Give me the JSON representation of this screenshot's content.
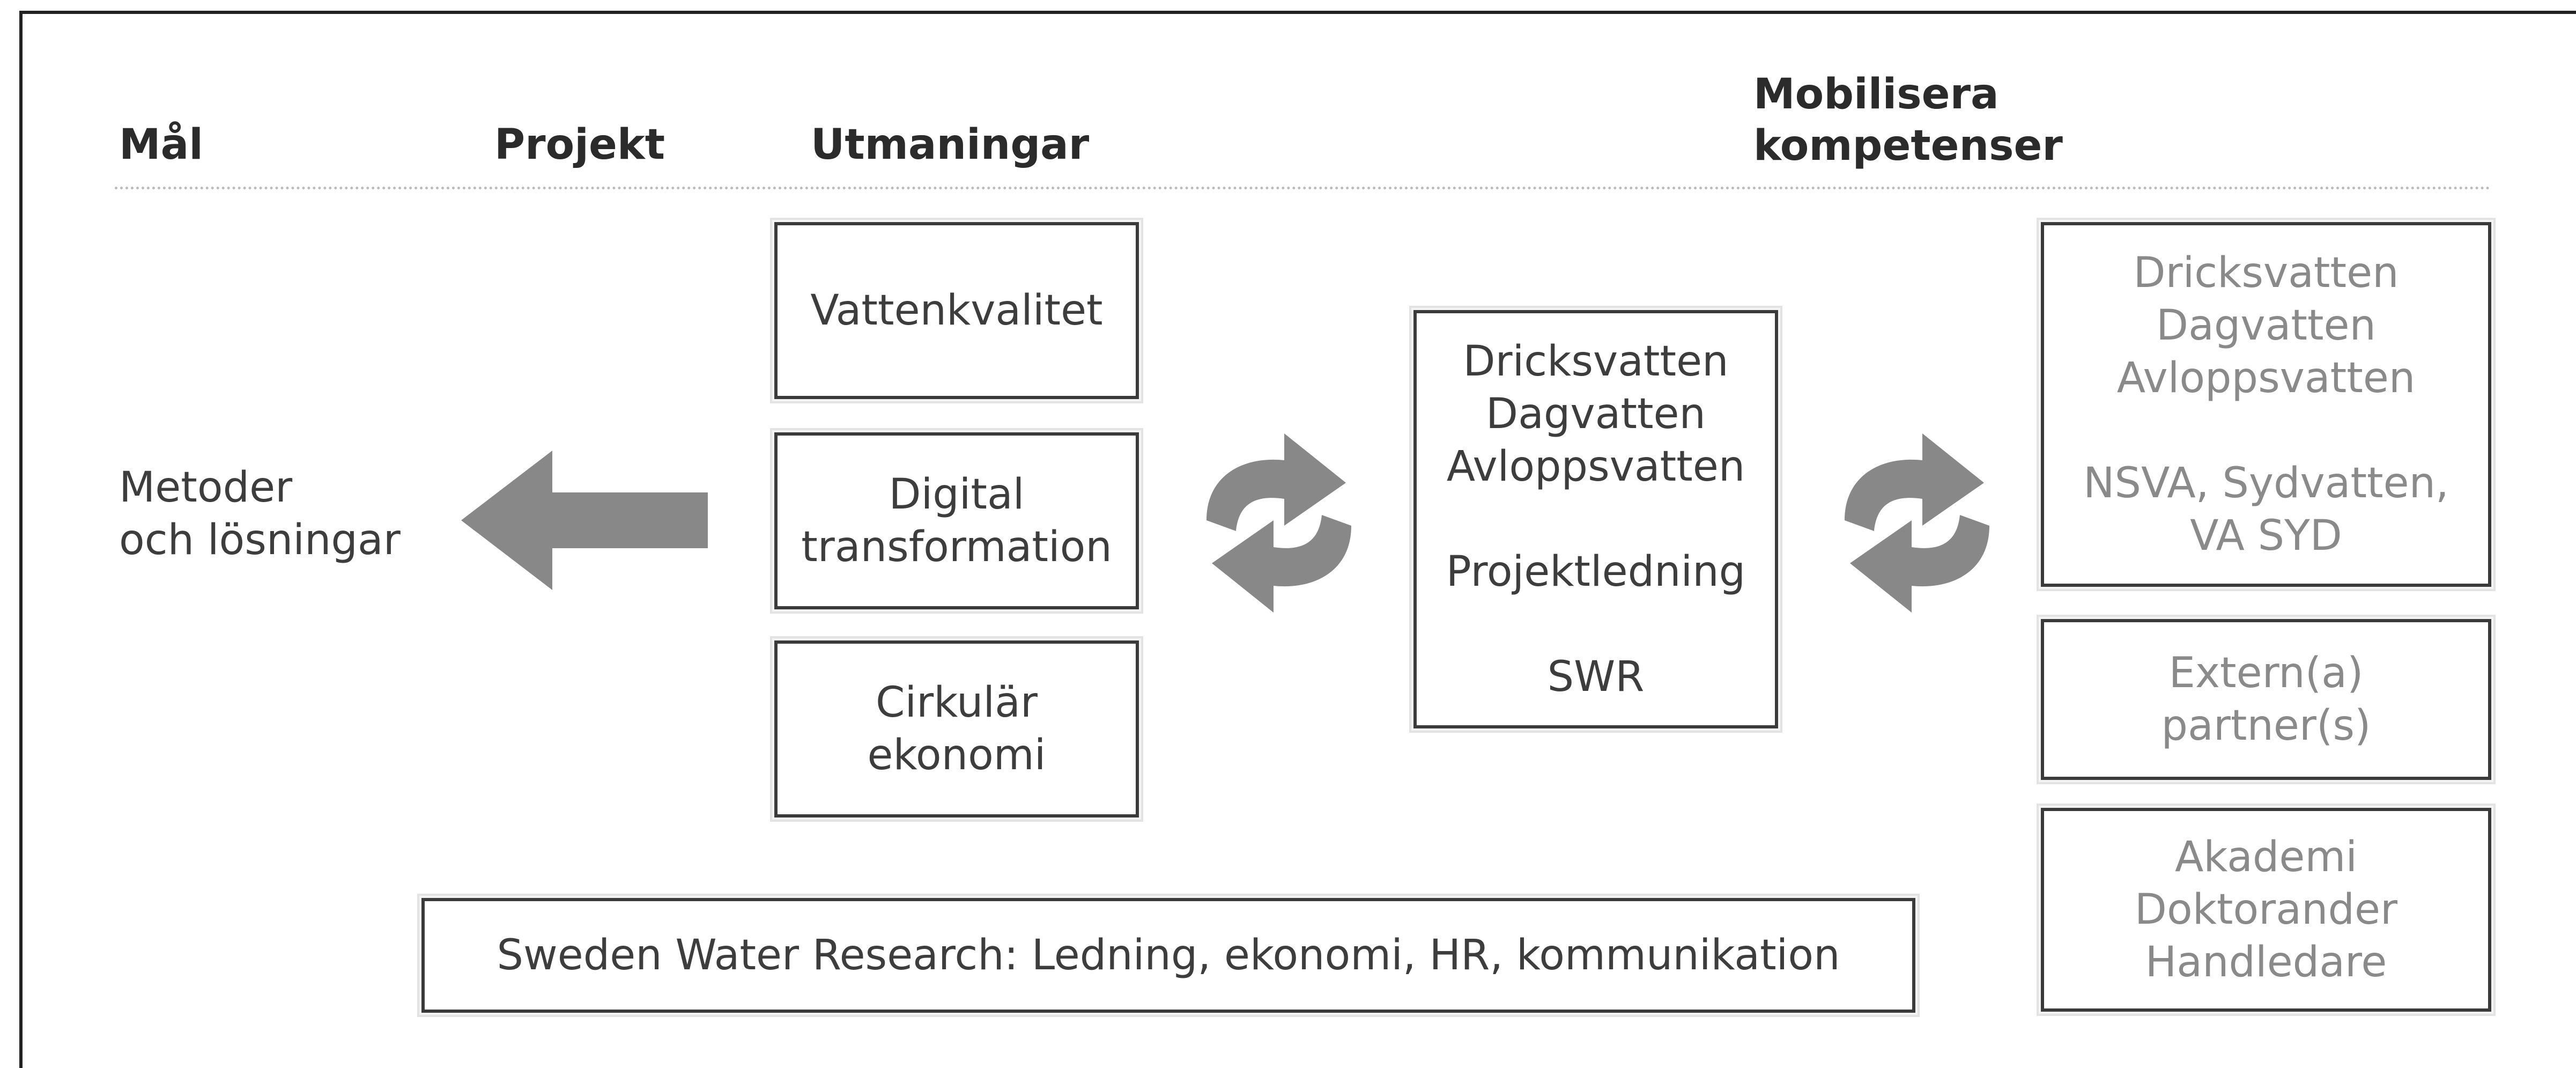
{
  "headers": {
    "goal": "Mål",
    "project": "Projekt",
    "challenges": "Utmaningar",
    "mobilize": "Mobilisera\nkompetenser"
  },
  "goal_text": "Metoder\noch lösningar",
  "challenges": [
    "Vattenkvalitet",
    "Digital\ntransformation",
    "Cirkulär\nekonomi"
  ],
  "project_box": "Dricksvatten\nDagvatten\nAvloppsvatten\n\nProjektledning\n\nSWR",
  "competences": [
    "Dricksvatten\nDagvatten\nAvloppsvatten\n\nNSVA, Sydvatten,\nVA SYD",
    "Extern(a)\npartner(s)",
    "Akademi\nDoktorander\nHandledare"
  ],
  "footer_box": "Sweden Water Research: Ledning, ekonomi, HR, kommunikation",
  "colors": {
    "arrow": "#888888",
    "border": "#3a3a3a",
    "competence_text": "#8a8a8a"
  },
  "icons": [
    "left-arrow-icon",
    "cycle-arrows-icon",
    "cycle-arrows-icon"
  ]
}
